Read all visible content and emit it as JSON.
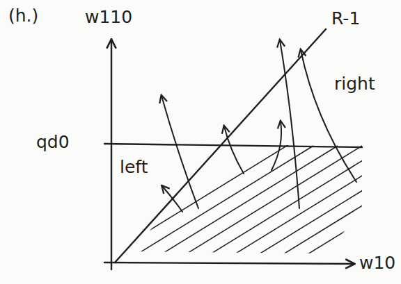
{
  "diagram": {
    "labels": [
      "(h.)",
      "w110",
      "qd0",
      "R-1",
      "left",
      "right",
      "w10"
    ]
  }
}
